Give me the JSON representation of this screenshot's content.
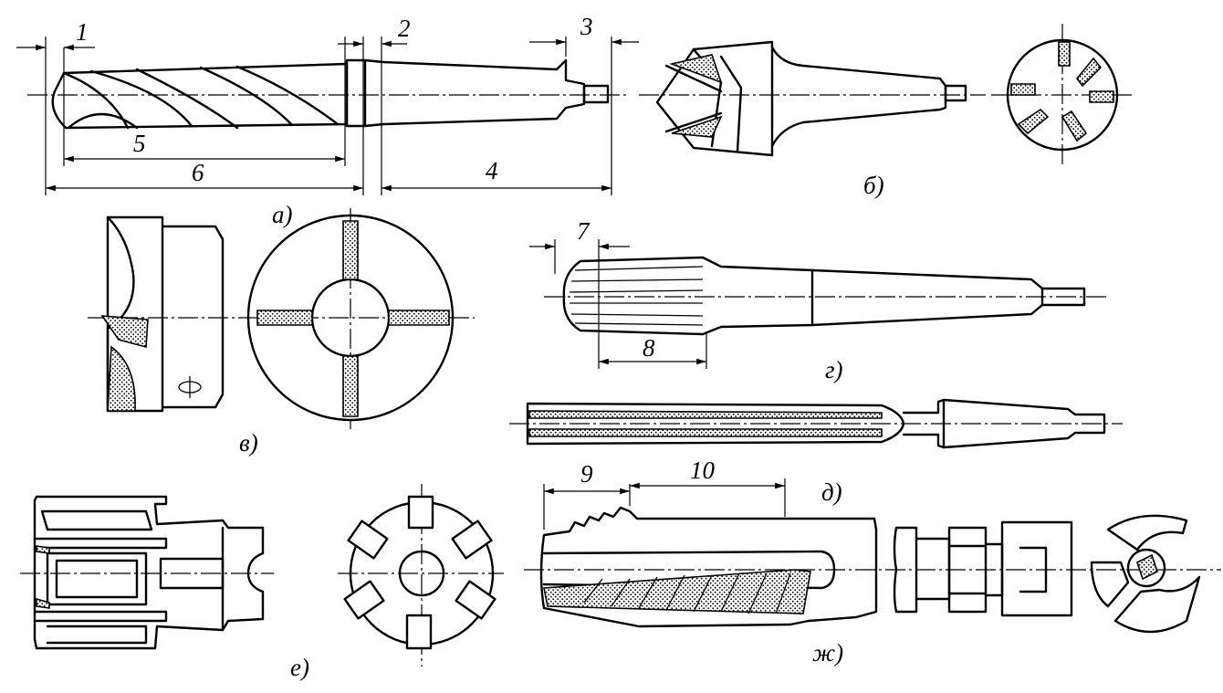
{
  "labels": {
    "num_1": "1",
    "num_2": "2",
    "num_3": "3",
    "num_4": "4",
    "num_5": "5",
    "num_6": "6",
    "num_7": "7",
    "num_8": "8",
    "num_9": "9",
    "num_10": "10"
  },
  "figures": {
    "a": "а)",
    "b": "б)",
    "v": "в)",
    "g": "г)",
    "d": "д)",
    "e": "е)",
    "zh": "ж)"
  }
}
